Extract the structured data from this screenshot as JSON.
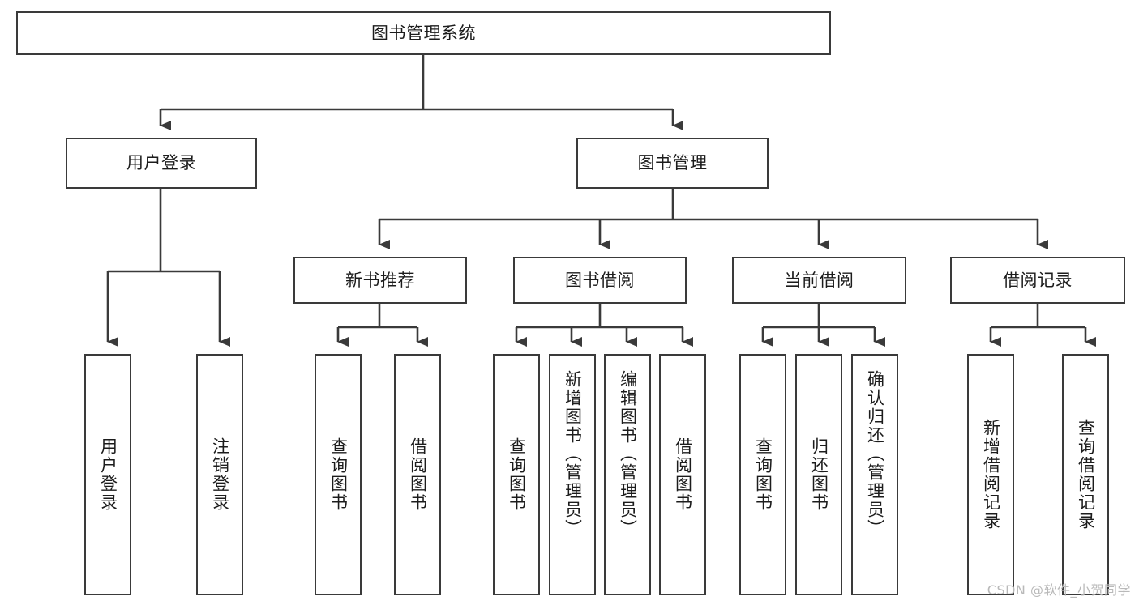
{
  "diagram": {
    "title": "图书管理系统",
    "type": "tree-hierarchy",
    "root": {
      "label": "图书管理系统"
    },
    "level2": [
      {
        "label": "用户登录"
      },
      {
        "label": "图书管理"
      }
    ],
    "level3": [
      {
        "label": "新书推荐"
      },
      {
        "label": "图书借阅"
      },
      {
        "label": "当前借阅"
      },
      {
        "label": "借阅记录"
      }
    ],
    "leaves": {
      "user_login": [
        {
          "label": "用户登录"
        },
        {
          "label": "注销登录"
        }
      ],
      "new_book_recommend": [
        {
          "label": "查询图书"
        },
        {
          "label": "借阅图书"
        }
      ],
      "book_borrow": [
        {
          "label": "查询图书"
        },
        {
          "label": "新增图书（管理员）"
        },
        {
          "label": "编辑图书（管理员）"
        },
        {
          "label": "借阅图书"
        }
      ],
      "current_borrow": [
        {
          "label": "查询图书"
        },
        {
          "label": "归还图书"
        },
        {
          "label": "确认归还（管理员）"
        }
      ],
      "borrow_record": [
        {
          "label": "新增借阅记录"
        },
        {
          "label": "查询借阅记录"
        }
      ]
    }
  },
  "watermark": {
    "text": "CSDN @软件_小贺同学"
  },
  "colors": {
    "node_border": "#3a3a3a",
    "node_fill": "#ffffff",
    "edge": "#3a3a3a",
    "text": "#1c1c1c",
    "watermark": "#b9b9b9",
    "background": "#ffffff"
  }
}
